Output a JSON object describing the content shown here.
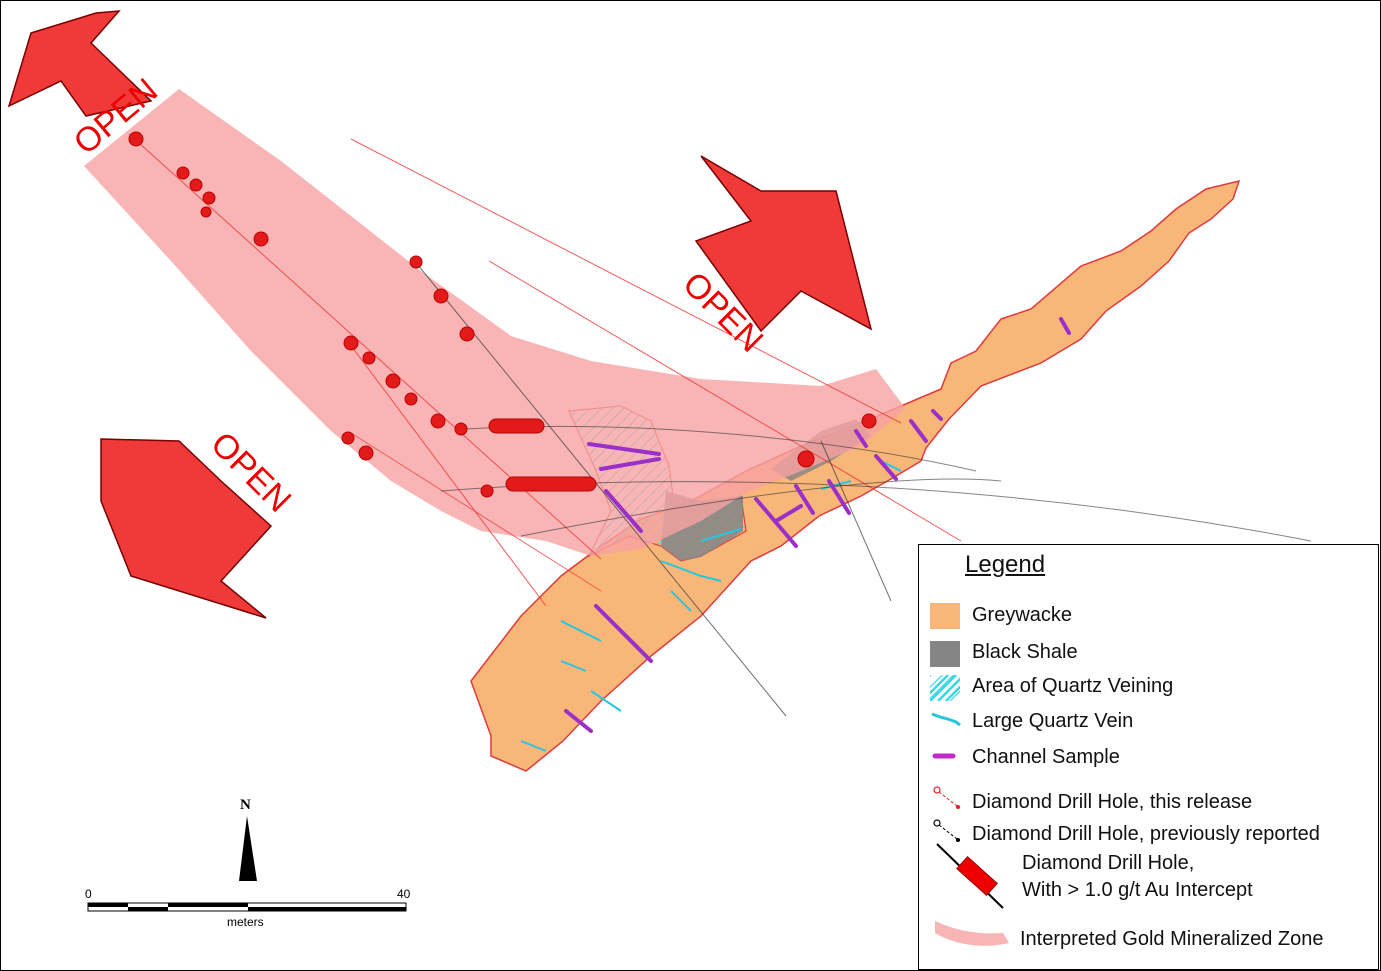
{
  "map": {
    "open_labels": [
      "OPEN",
      "OPEN",
      "OPEN"
    ],
    "north_label": "N",
    "scale": {
      "min": "0",
      "max": "40",
      "unit": "meters"
    }
  },
  "legend": {
    "title": "Legend",
    "items": [
      {
        "label": "Greywacke",
        "icon": "greywacke-swatch",
        "color": "#f9b679"
      },
      {
        "label": "Black Shale",
        "icon": "black-shale-swatch",
        "color": "#858585"
      },
      {
        "label": "Area of Quartz Veining",
        "icon": "quartz-veining-hatch",
        "color": "#3ad7e6"
      },
      {
        "label": "Large Quartz Vein",
        "icon": "large-quartz-vein-symbol",
        "color": "#27c6e0"
      },
      {
        "label": "Channel Sample",
        "icon": "channel-sample-symbol",
        "color": "#c02bc9"
      },
      {
        "label": "Diamond Drill Hole, this release",
        "icon": "drill-hole-new-symbol",
        "color": "#e02020"
      },
      {
        "label": "Diamond Drill Hole, previously reported",
        "icon": "drill-hole-previous-symbol",
        "color": "#000000"
      },
      {
        "label": "Diamond Drill Hole,",
        "label2": "With > 1.0 g/t Au Intercept",
        "icon": "drill-intercept-symbol",
        "color": "#ee0000"
      },
      {
        "label": "Interpreted Gold Mineralized Zone",
        "icon": "mineralized-zone-swatch",
        "color": "#f9b4b4"
      }
    ]
  },
  "colors": {
    "open_arrow": "#f03a3a",
    "greywacke": "#f9b679",
    "greywacke_outline": "#e03a3a",
    "black_shale": "#858585",
    "mineralized_zone": "#f7a3a3",
    "quartz": "#3ad7e6",
    "channel_sample": "#9b30c8",
    "drill_intercept": "#e31a1a"
  }
}
